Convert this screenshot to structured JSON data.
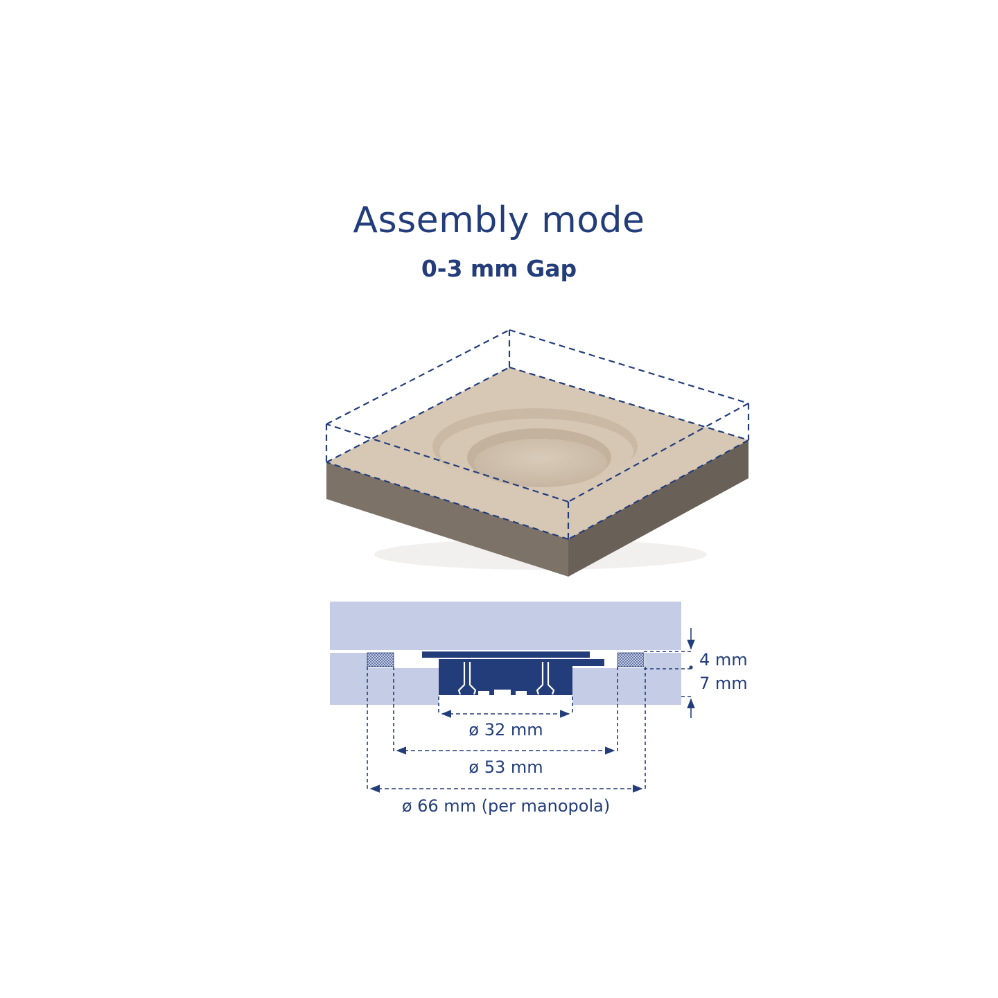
{
  "header": {
    "title": "Assembly mode",
    "subtitle": "0-3 mm Gap"
  },
  "dimensions": {
    "gap_top": "4 mm",
    "gap_total": "7 mm",
    "inner_diameter": "ø 32 mm",
    "mid_diameter": "ø 53 mm",
    "outer_diameter": "ø 66 mm (per manopola)"
  },
  "colors": {
    "brand_blue": "#233d7b",
    "panel_lavender": "#c5cce5",
    "plate_top": "#d7c8b6",
    "plate_side_left": "#7d7267",
    "plate_side_right": "#696058"
  }
}
